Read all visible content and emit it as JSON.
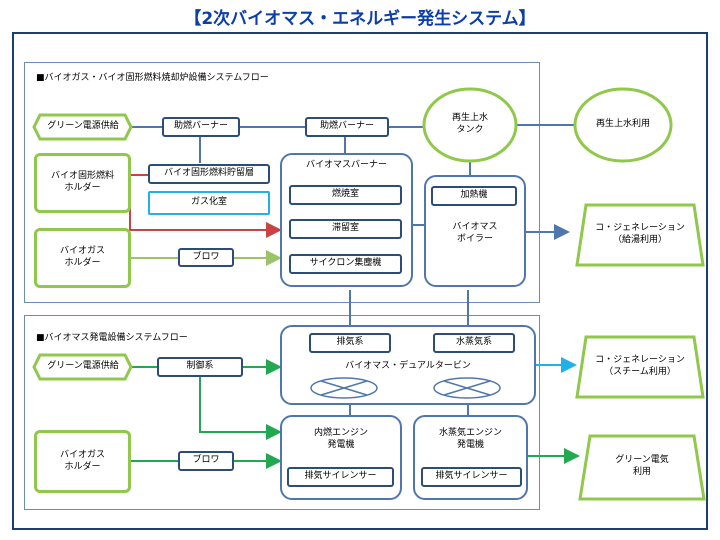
{
  "title": "【2次バイオマス・エネルギー発生システム】",
  "section1": {
    "heading": "■バイオガス・バイオ固形燃料焼却炉設備システムフロー",
    "green_power_supply": "グリーン電源供給",
    "solid_fuel_holder": "バイオ固形燃料\nホルダー",
    "biogas_holder": "バイオガス\nホルダー",
    "solid_fuel_storage": "バイオ固形燃料貯留層",
    "gasification": "ガス化室",
    "aux_burner_1": "助燃バーナー",
    "aux_burner_2": "助燃バーナー",
    "blower": "ブロワ",
    "burner_group": {
      "label": "バイオマスバーナー",
      "combustion": "燃焼室",
      "retention": "滞留室",
      "cyclone": "サイクロン集塵機"
    },
    "boiler_group": {
      "heater": "加熱機",
      "label": "バイオマス\nボイラー"
    },
    "reclaimed_tank": "再生上水\nタンク",
    "reclaimed_use": "再生上水利用",
    "cogen_hot_water": "コ・ジェネレーション\n（給湯利用）"
  },
  "section2": {
    "heading": "■バイオマス発電設備システムフロー",
    "green_power_supply": "グリーン電源供給",
    "control": "制御系",
    "biogas_holder": "バイオガス\nホルダー",
    "blower": "ブロワ",
    "turbine_group": {
      "exhaust": "排気系",
      "steam": "水蒸気系",
      "label": "バイオマス・デュアルタービン"
    },
    "ice_group": {
      "label": "内燃エンジン\n発電機",
      "silencer": "排気サイレンサー"
    },
    "steam_group": {
      "label": "水蒸気エンジン\n発電機",
      "silencer": "排気サイレンサー"
    },
    "cogen_steam": "コ・ジェネレーション\n（スチーム利用）",
    "green_power_use": "グリーン電気\n利用"
  }
}
